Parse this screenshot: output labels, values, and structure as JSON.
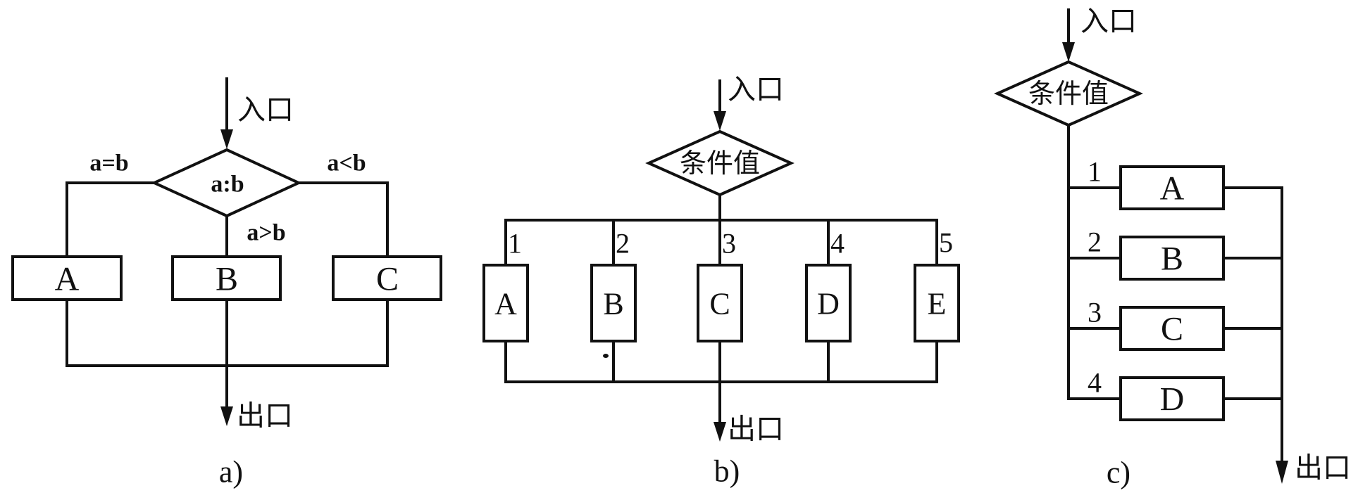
{
  "colors": {
    "background": "#ffffff",
    "ink": "#111111"
  },
  "figure_type": "case-structure flowcharts",
  "diagrams": {
    "a": {
      "caption": "a)",
      "entry": "入口",
      "exit": "出口",
      "condition": "a:b",
      "branches": {
        "left": "a=b",
        "middle": "a>b",
        "right": "a<b"
      },
      "boxes": [
        "A",
        "B",
        "C"
      ]
    },
    "b": {
      "caption": "b)",
      "entry": "入口",
      "exit": "出口",
      "condition": "条件值",
      "branches": [
        "1",
        "2",
        "3",
        "4",
        "5"
      ],
      "boxes": [
        "A",
        "B",
        "C",
        "D",
        "E"
      ]
    },
    "c": {
      "caption": "c)",
      "entry": "入口",
      "exit": "出口",
      "condition": "条件值",
      "branches": [
        "1",
        "2",
        "3",
        "4"
      ],
      "boxes": [
        "A",
        "B",
        "C",
        "D"
      ]
    }
  }
}
